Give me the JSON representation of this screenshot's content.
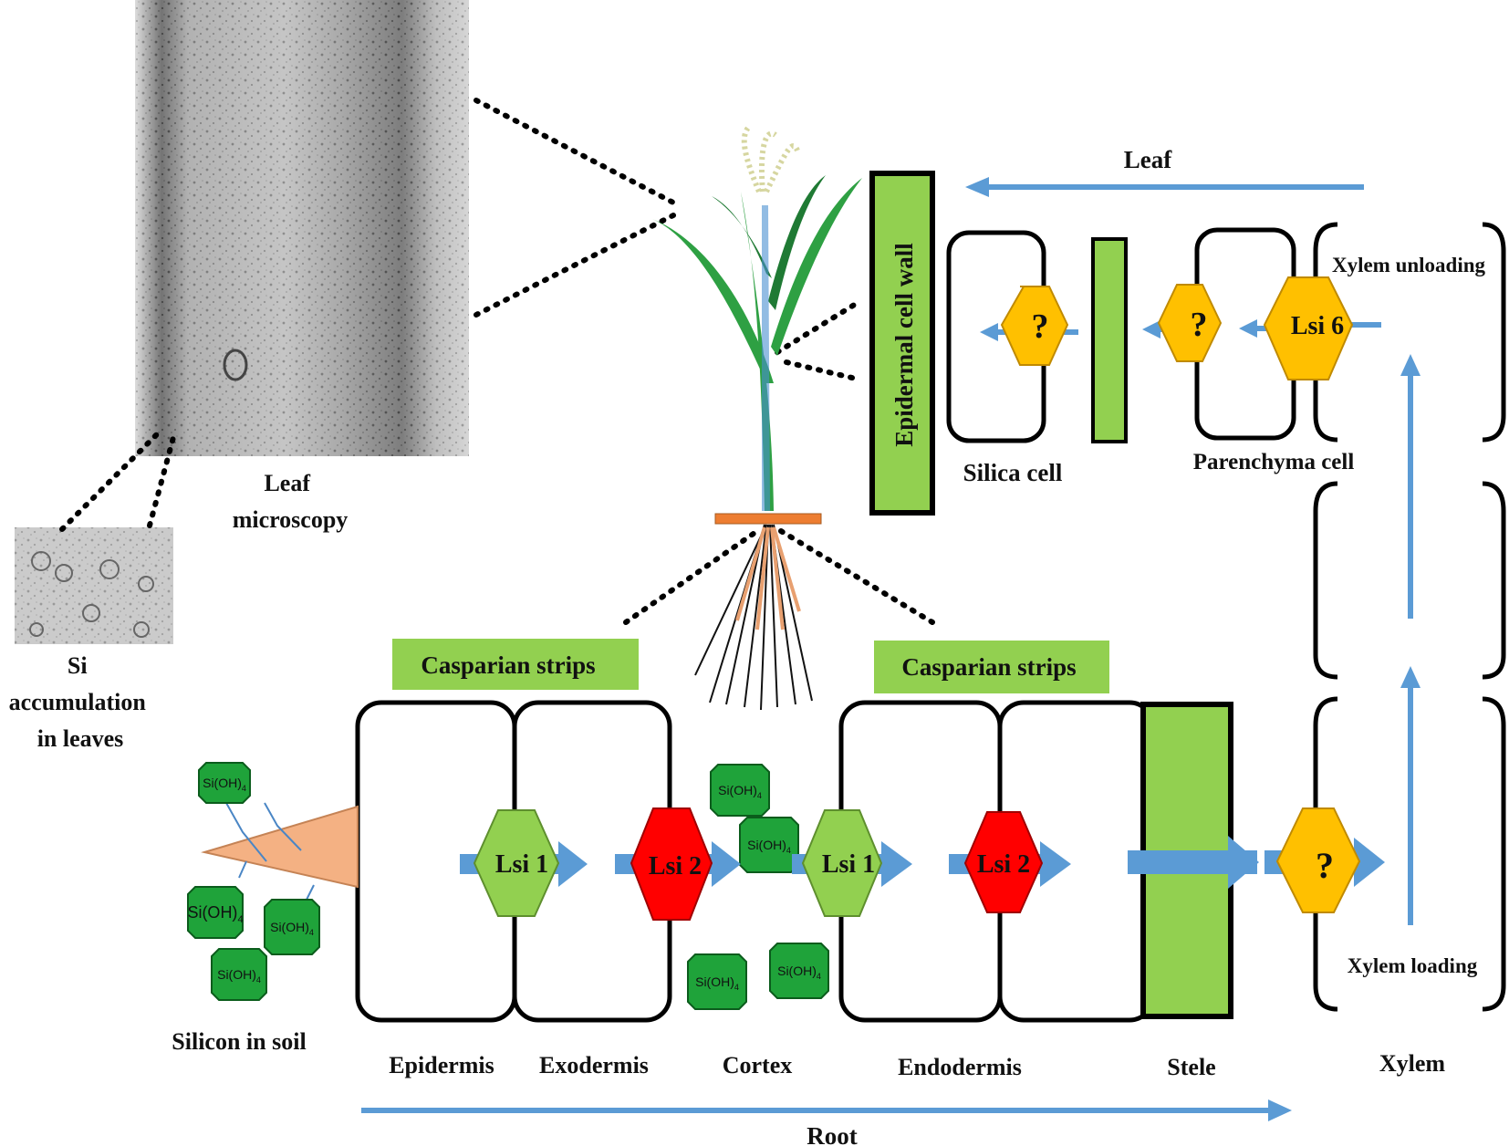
{
  "labels": {
    "leaf_microscopy": [
      "Leaf",
      "microscopy"
    ],
    "si_accumulation": [
      "Si",
      "accumulation",
      "in leaves"
    ],
    "leaf": "Leaf",
    "epidermal_cell_wall": "Epidermal  cell wall",
    "silica_cell": "Silica cell",
    "parenchyma_cell": "Parenchyma cell",
    "xylem_unloading": "Xylem unloading",
    "xylem_loading": "Xylem loading",
    "casparian_left": "Casparian strips",
    "casparian_right": "Casparian strips",
    "silicon_in_soil": "Silicon in soil",
    "tissues": [
      "Epidermis",
      "Exodermis",
      "Cortex",
      "Endodermis",
      "Stele",
      "Xylem"
    ],
    "root": "Root"
  },
  "transporters": {
    "lsi1": "Lsi 1",
    "lsi2": "Lsi 2",
    "lsi6": "Lsi 6",
    "unknown": "?"
  },
  "molecule": {
    "base": "Si(OH)",
    "sub": "4"
  },
  "colors": {
    "arrow": "#5b9bd5",
    "lsi1": "#92d050",
    "lsi2": "#ff0000",
    "unknown": "#ffc000",
    "casparian": "#92d050",
    "molecule": "#1fa33a",
    "root_tip": "#f4b183"
  }
}
